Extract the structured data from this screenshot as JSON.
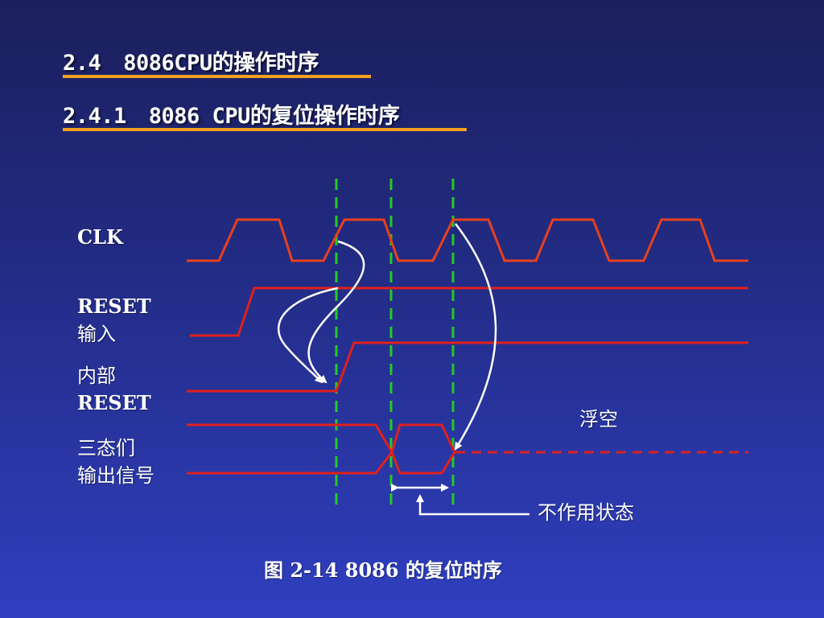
{
  "heading1": {
    "number": "2.4",
    "text": "8086CPU的操作时序"
  },
  "heading2": {
    "number": "2.4.1",
    "text": "8086 CPU的复位操作时序"
  },
  "signals": {
    "clk": "CLK",
    "reset_input": [
      "RESET",
      "输入"
    ],
    "internal_reset": [
      "内部",
      "RESET"
    ],
    "tristate_output": [
      "三态们",
      "输出信号"
    ]
  },
  "annotations": {
    "floating": "浮空",
    "inactive_state": "不作用状态"
  },
  "caption": "图 2-14  8086 的复位时序",
  "colors": {
    "heading_underline": "#f4a020",
    "clock": "#e8401c",
    "reset_line": "#e0201c",
    "guide_dash": "#22cc22",
    "arrow": "#ffffff"
  }
}
